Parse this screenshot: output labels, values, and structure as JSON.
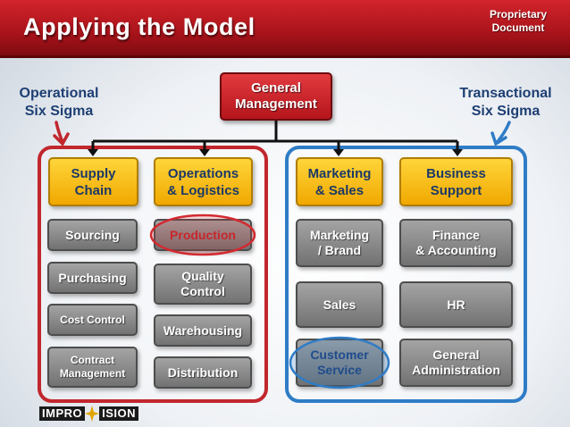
{
  "header": {
    "title": "Applying the Model",
    "proprietary_label": "Proprietary\nDocument"
  },
  "side_labels": {
    "left": "Operational\nSix Sigma",
    "right": "Transactional\nSix Sigma"
  },
  "colors": {
    "header_red": "#b5151c",
    "operational_group": "#c1272d",
    "transactional_group": "#2f7cc6",
    "highlight_red": "#d22a30",
    "highlight_blue": "#2f7cc6",
    "yellow_box": "#ffd53a"
  },
  "org": {
    "top": "General\nManagement",
    "operational": {
      "supply_chain": {
        "title": "Supply\nChain",
        "items": [
          "Sourcing",
          "Purchasing",
          "Cost Control",
          "Contract\nManagement"
        ]
      },
      "operations_logistics": {
        "title": "Operations\n& Logistics",
        "items": [
          "Production",
          "Quality\nControl",
          "Warehousing",
          "Distribution"
        ]
      }
    },
    "transactional": {
      "marketing_sales": {
        "title": "Marketing\n& Sales",
        "items": [
          "Marketing\n/ Brand",
          "Sales",
          "Customer\nService"
        ]
      },
      "business_support": {
        "title": "Business\nSupport",
        "items": [
          "Finance\n& Accounting",
          "HR",
          "General\nAdministration"
        ]
      }
    },
    "highlighted": [
      "Production",
      "Customer\nService"
    ]
  },
  "logo": {
    "text_left": "IMPRO",
    "text_right": "ISION"
  }
}
